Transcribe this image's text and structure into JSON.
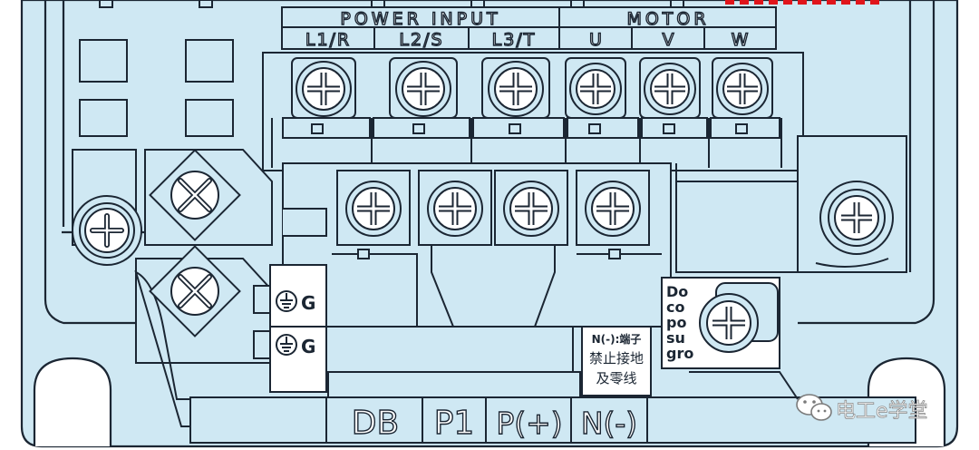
{
  "colors": {
    "body_fill": "#cfe8f3",
    "stroke": "#1b2633",
    "paper": "#ffffff",
    "warning_red": "#e0151b",
    "wechat_grey": "#7a7a7a"
  },
  "header": {
    "power_input_title": "POWER INPUT",
    "motor_title": "MOTOR",
    "terminals": [
      "L1/R",
      "L2/S",
      "L3/T",
      "U",
      "V",
      "W"
    ]
  },
  "ground_labels": [
    "G",
    "G"
  ],
  "bottom_labels": [
    "DB",
    "P1",
    "P(+)",
    "N(-)"
  ],
  "n_warning": {
    "line1": "N(-):端子",
    "line2": "禁止接地",
    "line3": "及零线"
  },
  "do_warning": {
    "lines": [
      "Do",
      "co",
      "po",
      "su",
      "gro"
    ]
  },
  "watermark": {
    "text": "电工e学堂",
    "icon": "wechat-icon"
  }
}
